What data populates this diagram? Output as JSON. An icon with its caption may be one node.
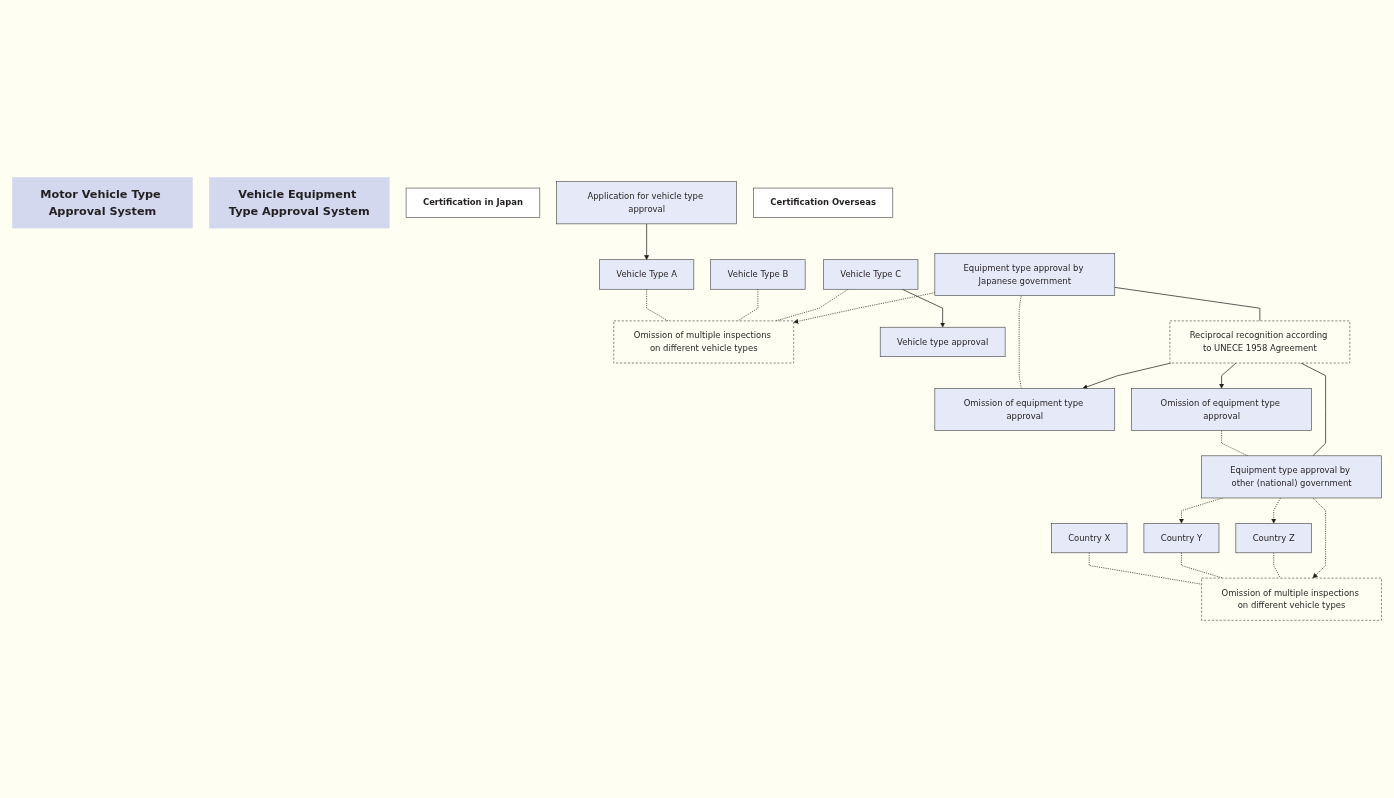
{
  "diagram": {
    "nodes": [
      {
        "text": [
          "Motor Vehicle Type Approval System"
        ]
      },
      {
        "text": [
          "Vehicle Equipment Type Approval System"
        ]
      },
      {
        "text": [
          "Certification in Japan"
        ]
      },
      {
        "text": [
          "Application for vehicle type approval"
        ]
      },
      {
        "text": [
          "Omission of multiple inspections on different vehicle types"
        ]
      },
      {
        "text": [
          "Vehicle Type A"
        ]
      },
      {
        "text": [
          "Vehicle Type B"
        ]
      },
      {
        "text": [
          "Vehicle Type C"
        ]
      },
      {
        "text": [
          "Equipment type approval by Japanese government"
        ]
      },
      {
        "text": [
          "Omission of equipment type approval"
        ]
      },
      {
        "text": [
          "Vehicle type approval"
        ]
      },
      {
        "text": [
          "Certification Overseas"
        ]
      },
      {
        "text": [
          "Reciprocal recognition according to UNECE 1958 Agreement"
        ]
      },
      {
        "text": [
          "Omission of equipment type approval"
        ]
      },
      {
        "text": [
          "Omission of multiple inspections on different vehicle types"
        ]
      },
      {
        "text": [
          "Country X"
        ]
      },
      {
        "text": [
          "Country Y"
        ]
      },
      {
        "text": [
          "Country Z"
        ]
      },
      {
        "text": [
          "Equipment type approval by other (national) government"
        ]
      }
    ],
    "edges": [
      {
        "from": 3,
        "to": 5,
        "arrow": "to"
      },
      {
        "from": 5,
        "to": 4,
        "arrow": "none",
        "style": "dashed"
      },
      {
        "from": 6,
        "to": 4,
        "arrow": "none",
        "style": "dashed"
      },
      {
        "from": 7,
        "to": 4,
        "arrow": "none",
        "style": "dashed"
      },
      {
        "from": 7,
        "to": 10,
        "arrow": "to"
      },
      {
        "from": 8,
        "to": 4,
        "arrow": "to",
        "style": "dashed"
      },
      {
        "from": 8,
        "to": 9,
        "arrow": "none",
        "style": "dashed"
      },
      {
        "from": 8,
        "to": 12,
        "arrow": "none"
      },
      {
        "from": 12,
        "to": 9,
        "arrow": "to"
      },
      {
        "from": 12,
        "to": 13,
        "arrow": "to"
      },
      {
        "from": 13,
        "to": 18,
        "arrow": "none",
        "style": "dashed"
      },
      {
        "from": 18,
        "to": 12,
        "arrow": "none"
      },
      {
        "from": 15,
        "to": 14,
        "arrow": "none",
        "style": "dashed"
      },
      {
        "from": 16,
        "to": 14,
        "arrow": "none",
        "style": "dashed"
      },
      {
        "from": 17,
        "to": 14,
        "arrow": "none",
        "style": "dashed"
      },
      {
        "from": 18,
        "to": 14,
        "arrow": "to",
        "style": "dashed"
      },
      {
        "from": 18,
        "to": 16,
        "arrow": "to",
        "style": "dashed"
      },
      {
        "from": 18,
        "to": 17,
        "arrow": "to",
        "style": "dashed"
      }
    ]
  }
}
